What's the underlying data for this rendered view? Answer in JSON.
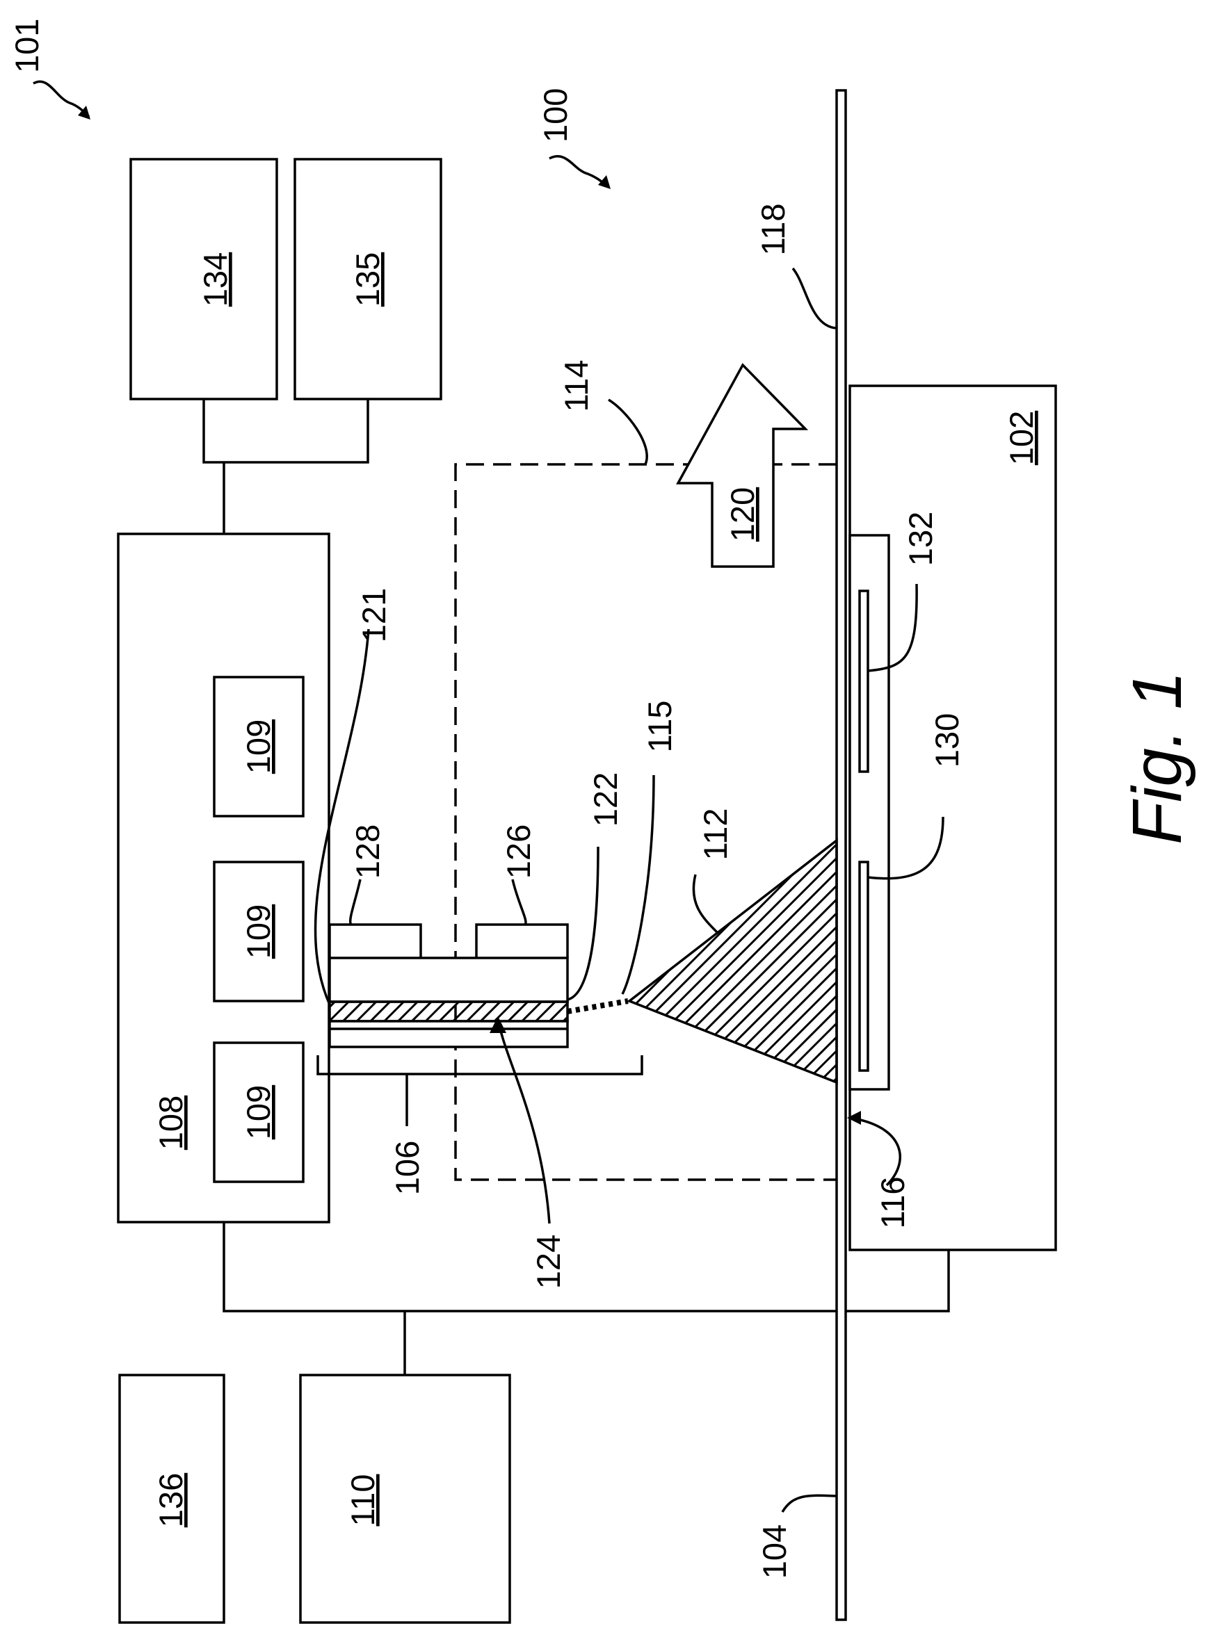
{
  "figure": {
    "title": "Fig. 1",
    "labels": {
      "l100": "100",
      "l101": "101",
      "l102": "102",
      "l104": "104",
      "l106": "106",
      "l108": "108",
      "l109a": "109",
      "l109b": "109",
      "l109c": "109",
      "l110": "110",
      "l112": "112",
      "l114": "114",
      "l115": "115",
      "l116": "116",
      "l118": "118",
      "l120": "120",
      "l121": "121",
      "l122": "122",
      "l124": "124",
      "l126": "126",
      "l128": "128",
      "l130": "130",
      "l132": "132",
      "l134": "134",
      "l135": "135",
      "l136": "136"
    }
  }
}
